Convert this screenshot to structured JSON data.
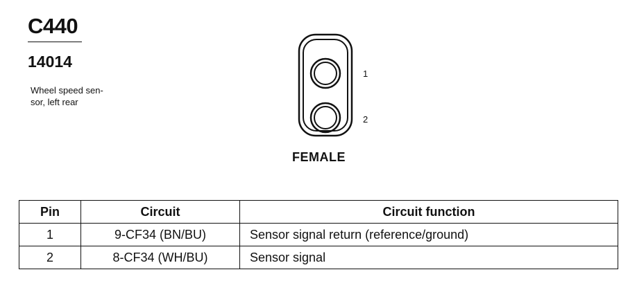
{
  "connector": {
    "id": "C440",
    "part_number": "14014",
    "description_lines": [
      "Wheel speed sen-",
      "sor, left rear"
    ],
    "gender": "FEMALE",
    "pin_labels": [
      "1",
      "2"
    ]
  },
  "table": {
    "headers": [
      "Pin",
      "Circuit",
      "Circuit function"
    ],
    "rows": [
      {
        "pin": "1",
        "circuit": "9-CF34 (BN/BU)",
        "function": "Sensor signal return (reference/ground)"
      },
      {
        "pin": "2",
        "circuit": "8-CF34 (WH/BU)",
        "function": "Sensor signal"
      }
    ]
  }
}
